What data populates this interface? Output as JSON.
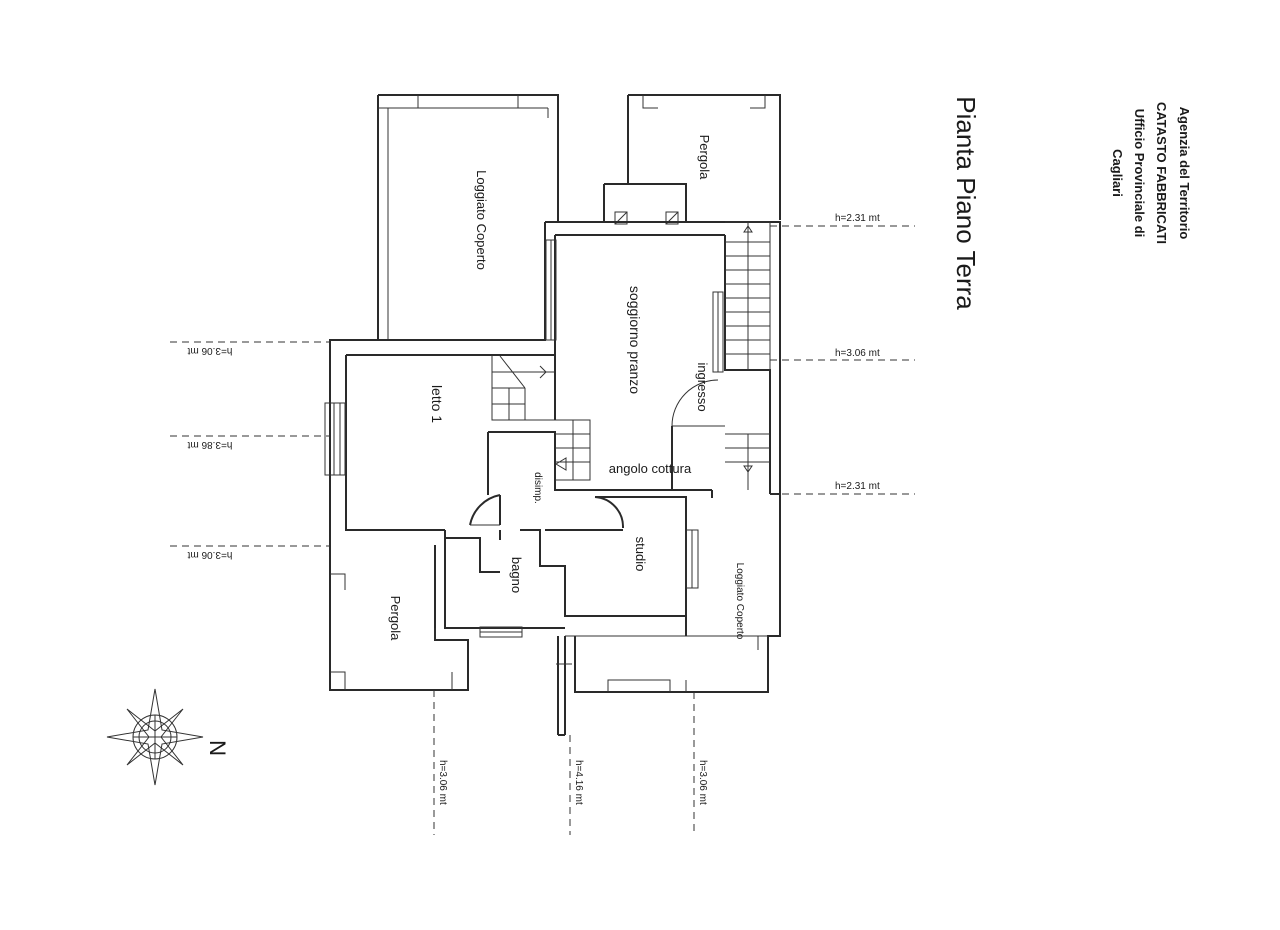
{
  "header": {
    "agency_line1": "Agenzia del Territorio",
    "agency_line2": "CATASTO FABBRICATI",
    "agency_line3": "Ufficio Provinciale di",
    "agency_line4": "Cagliari"
  },
  "plan": {
    "title": "Pianta Piano Terra",
    "rooms": {
      "loggiato_top": "Loggiato Coperto",
      "pergola_top": "Pergola",
      "soggiorno": "soggiorno pranzo",
      "ingresso": "ingresso",
      "letto": "letto 1",
      "angolo": "angolo cottura",
      "disimp": "disimp.",
      "bagno": "bagno",
      "studio": "studio",
      "loggiato_bottom": "Loggiato Coperto",
      "pergola_bottom": "Pergola"
    },
    "heights": {
      "r1": "h=2.31 mt",
      "r2": "h=3.06 mt",
      "r3": "h=2.31 mt",
      "l1": "h=3.06 mt",
      "l2": "h=3.86 mt",
      "l3": "h=3.06 mt",
      "b1": "h=3.06 mt",
      "b2": "h=4.16 mt",
      "b3": "h=3.06 mt"
    },
    "compass_letter": "N"
  }
}
